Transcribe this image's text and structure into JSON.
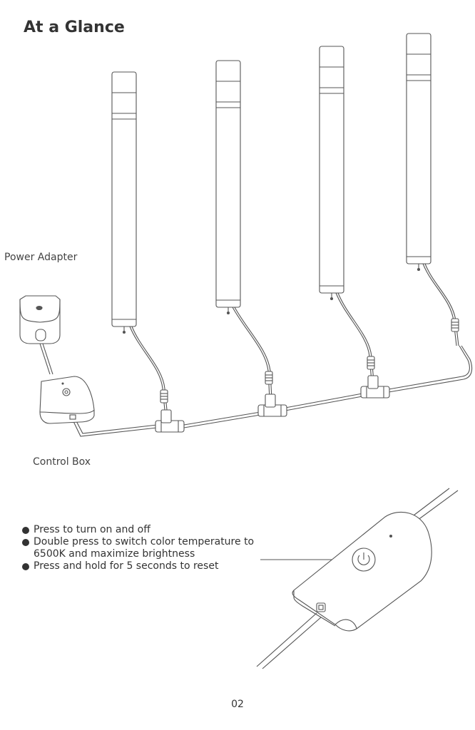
{
  "title": "At a Glance",
  "labels": {
    "power_adapter": "Power Adapter",
    "control_box": "Control Box"
  },
  "instructions": [
    "Press to turn on and off",
    "Double press to switch color temperature to 6500K and maximize brightness",
    "Press and hold for 5 seconds to reset"
  ],
  "page_number": "02",
  "icons": [
    "power-icon"
  ],
  "colors": {
    "line": "#555555",
    "text": "#333333"
  }
}
